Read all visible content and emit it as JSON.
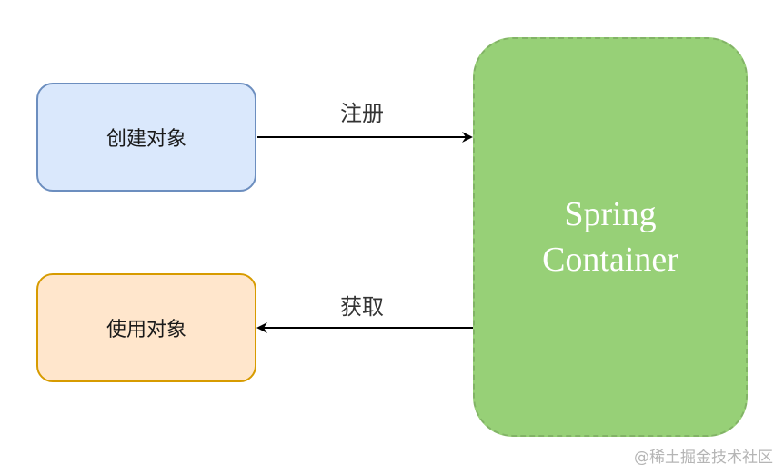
{
  "nodes": {
    "create_object": "创建对象",
    "use_object": "使用对象",
    "container_line1": "Spring",
    "container_line2": "Container"
  },
  "edges": {
    "register": "注册",
    "get": "获取"
  },
  "watermark": "@稀土掘金技术社区",
  "colors": {
    "create_fill": "#dae8fc",
    "create_stroke": "#6c8ebf",
    "use_fill": "#ffe6cc",
    "use_stroke": "#d79b00",
    "container_fill": "#97d077",
    "container_stroke": "#82b366"
  }
}
